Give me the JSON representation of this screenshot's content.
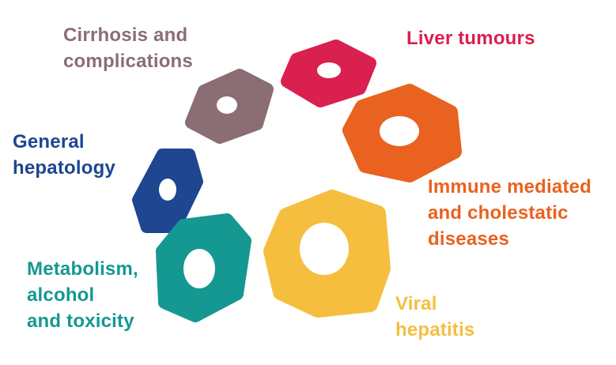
{
  "segments": [
    {
      "id": "cirrhosis",
      "lines": [
        "Cirrhosis and",
        "complications"
      ],
      "color": "#8a6e74"
    },
    {
      "id": "liver-tumours",
      "lines": [
        "Liver tumours"
      ],
      "color": "#d9204f"
    },
    {
      "id": "general-hepatology",
      "lines": [
        "General",
        "hepatology"
      ],
      "color": "#1e4691"
    },
    {
      "id": "immune",
      "lines": [
        "Immune mediated",
        "and cholestatic",
        "diseases"
      ],
      "color": "#e9621f"
    },
    {
      "id": "metabolism",
      "lines": [
        "Metabolism,",
        "alcohol",
        "and toxicity"
      ],
      "color": "#149891"
    },
    {
      "id": "viral-hepatitis",
      "lines": [
        "Viral",
        "hepatitis"
      ],
      "color": "#f6be3f"
    }
  ]
}
